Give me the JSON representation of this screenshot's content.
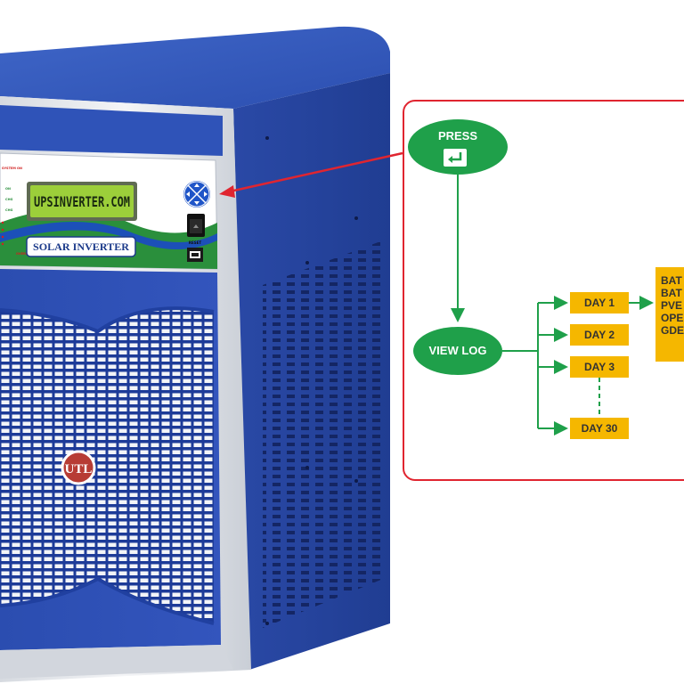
{
  "panel": {
    "lcd_text": "UPSINVERTER.COM",
    "banner_text": "SOLAR INVERTER",
    "reset_label": "RESET",
    "status_labels": [
      "SYSTEM ON",
      "ON",
      "CHG",
      "CHG",
      "OVERHEAT"
    ]
  },
  "logo": {
    "text": "UTL"
  },
  "flow": {
    "press_label": "PRESS",
    "enter_icon": "enter-key-icon",
    "view_log_label": "VIEW LOG",
    "days": [
      "DAY 1",
      "DAY 2",
      "DAY 3",
      "DAY 30"
    ],
    "log_items": [
      "BAT",
      "BAT",
      "PVE",
      "OPE",
      "GDE"
    ]
  },
  "colors": {
    "cabinet_blue": "#2c4fb0",
    "flow_green": "#1fa04a",
    "day_amber": "#f5b700",
    "callout_red": "#e02530",
    "lcd_green": "#9ccf3a"
  }
}
